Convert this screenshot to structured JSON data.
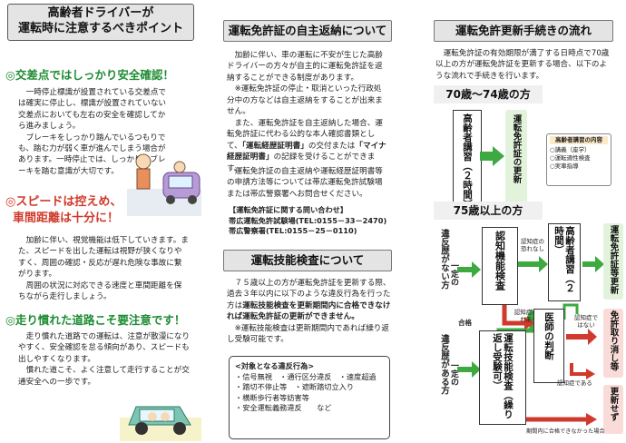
{
  "left": {
    "title_line1": "高齢者ドライバーが",
    "title_line2": "運転時に注意するべきポイント",
    "s1_heading": "◎交差点ではしっかり安全確認！",
    "s1_text": "　一時停止標識が設置されている交差点では確実に停止し、標識が設置されていない交差点においても左右の安全を確認してから進みましょう。\n　ブレーキをしっかり踏んでいるつもりでも、踏む力が弱く車が進んでしまう場合があります。一時停止では、しっかりとブレーキを踏む意識が大切です。",
    "s2_heading_line1": "◎スピードは控えめ、",
    "s2_heading_line2": "車間距離は十分に！",
    "s2_text": "　加齢に伴い、視覚機能は低下していきます。また、スピードを出した運転は視野が狭くなりやすく、周囲の確認・反応が遅れ危険な事故に繋がります。\n　周囲の状況に対応できる速度と車間距離を保ちながら走行しましょう。",
    "s3_heading": "◎走り慣れた道路こそ要注意です！",
    "s3_text": "　走り慣れた道路での運転は、注意が散漫になりやすく、安全確認を怠る傾向があり、スピードも出しやすくなります。\n　慣れた道こそ、よく注意して走行することが交通安全への一歩です。"
  },
  "middle": {
    "title1": "運転免許証の自主返納について",
    "p1": "　加齢に伴い、車の運転に不安が生じた高齢ドライバーの方々が自主的に運転免許証を返納することができる制度があります。\n　※運転免許証の停止・取消といった行政処分中の方などは自主返納をすることが出来ません。",
    "p2a": "　また、運転免許証を自主返納した場合、運転免許証に代わる公的な本人確認書類として、",
    "p2b": "「運転経歴証明書」",
    "p2c": "の交付または",
    "p2d": "「マイナ経歴証明書」",
    "p2e": "の記録を受けることができます。",
    "p3": "　運転免許証の自主返納や運転経歴証明書等の申請方法等については帯広運転免許試験場または帯広警察署へお問合せください。",
    "contact_head": "【運転免許証に関する問い合わせ】",
    "contact1": "帯広運転免許試験場(TEL:0155－33－2470)",
    "contact2": "帯広警察署(TEL:0155－25－0110)",
    "title2": "運転技能検査について",
    "p4a": "　７５歳以上の方が運転免許証を更新する際、過去３年以内に以下のような違反行為を行った方は",
    "p4b": "運転技能検査を更新期間内に合格できなければ運転免許証の更新ができません。",
    "p5": "　※運転技能検査は更新期間内であれば繰り返し受験可能です。",
    "list_head": "<対象となる違反行為>",
    "list_items": [
      "・信号無視　・通行区分違反　・速度超過",
      "・踏切不停止等　・遮断踏切立入り",
      "・横断歩行者等妨害等",
      "・安全運転義務違反　　など"
    ]
  },
  "right": {
    "title": "運転免許更新手続きの流れ",
    "intro": "　運転免許証の有効期限が満了する日時点で70歳以上の方が運転免許証を更新する場合、以下のような流れで手続きを行います。",
    "age1": "70歳〜74歳の方",
    "lecture_2h": "高齢者講習（２時間）",
    "renew": "運転免許証の更新",
    "lecture_contents_head": "高齢者講習の内容",
    "lecture_contents": [
      "講義（座学）",
      "運転適性検査",
      "実車指導"
    ],
    "age2": "75歳以上の方",
    "no_violation": "違反歴がない方",
    "has_violation": "違反歴がある方",
    "ippou1": "一定の",
    "ippou2": "一定の",
    "cognitive": "認知機能検査",
    "skills_test": "運転技能検査（繰り返し受験可）",
    "lecture_2h_b": "高齢者講習（２時間）",
    "renew_b": "運転免許証等更新",
    "doctor": "医師の判断",
    "revoke": "免許取り消し等",
    "no_renew": "更新せず",
    "lbl_no_dementia": "認知症の恐れなし",
    "lbl_dementia_risk": "認知症の恐れあり",
    "lbl_pass": "合格",
    "lbl_not_dementia": "認知症ではない",
    "lbl_dementia": "認知症である",
    "lbl_fail": "期間内に合格できなかった場合"
  }
}
